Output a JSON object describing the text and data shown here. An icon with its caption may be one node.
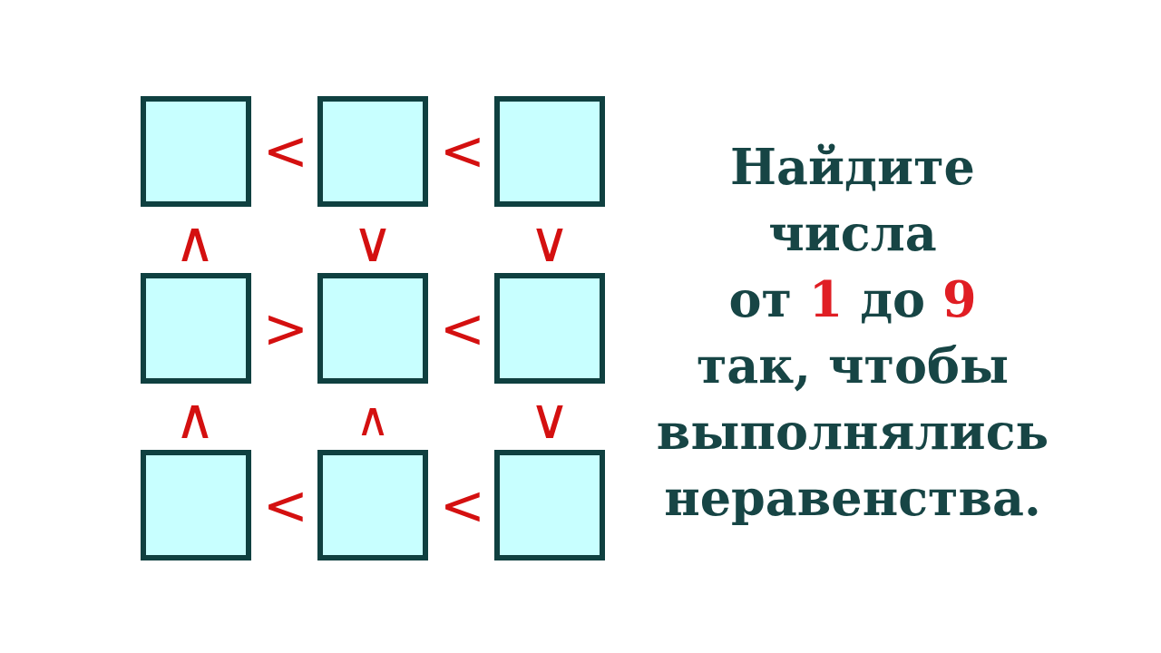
{
  "diagram": {
    "nodes": [
      {
        "text": [],
        "shape": "box"
      },
      {
        "text": [],
        "shape": "box"
      },
      {
        "text": [],
        "shape": "box"
      },
      {
        "text": [],
        "shape": "box"
      },
      {
        "text": [],
        "shape": "box"
      },
      {
        "text": [],
        "shape": "box"
      },
      {
        "text": [],
        "shape": "box"
      },
      {
        "text": [],
        "shape": "box"
      },
      {
        "text": [],
        "shape": "box"
      }
    ],
    "labels": [
      "<",
      "<",
      "∧",
      "∨",
      "∨",
      ">",
      "<",
      "∧",
      "∧",
      "∨",
      "<",
      "<",
      "Найдите числа от 1 до 9 так, чтобы выполнялись неравенства."
    ]
  }
}
